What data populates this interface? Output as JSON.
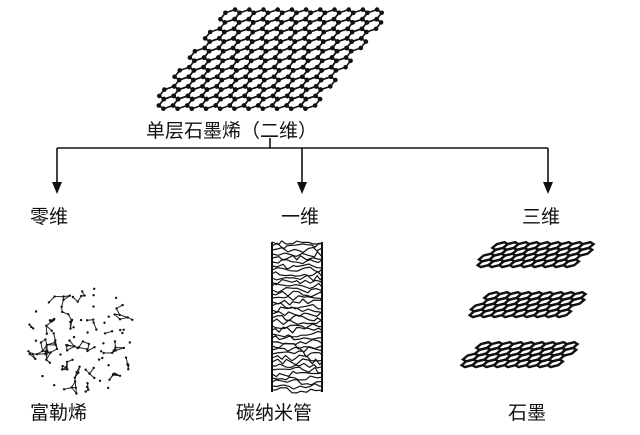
{
  "top": {
    "label": "单层石墨烯（二维）"
  },
  "branches": [
    {
      "dimension": "零维",
      "material": "富勒烯"
    },
    {
      "dimension": "一维",
      "material": "碳纳米管"
    },
    {
      "dimension": "三维",
      "material": "石墨"
    }
  ]
}
